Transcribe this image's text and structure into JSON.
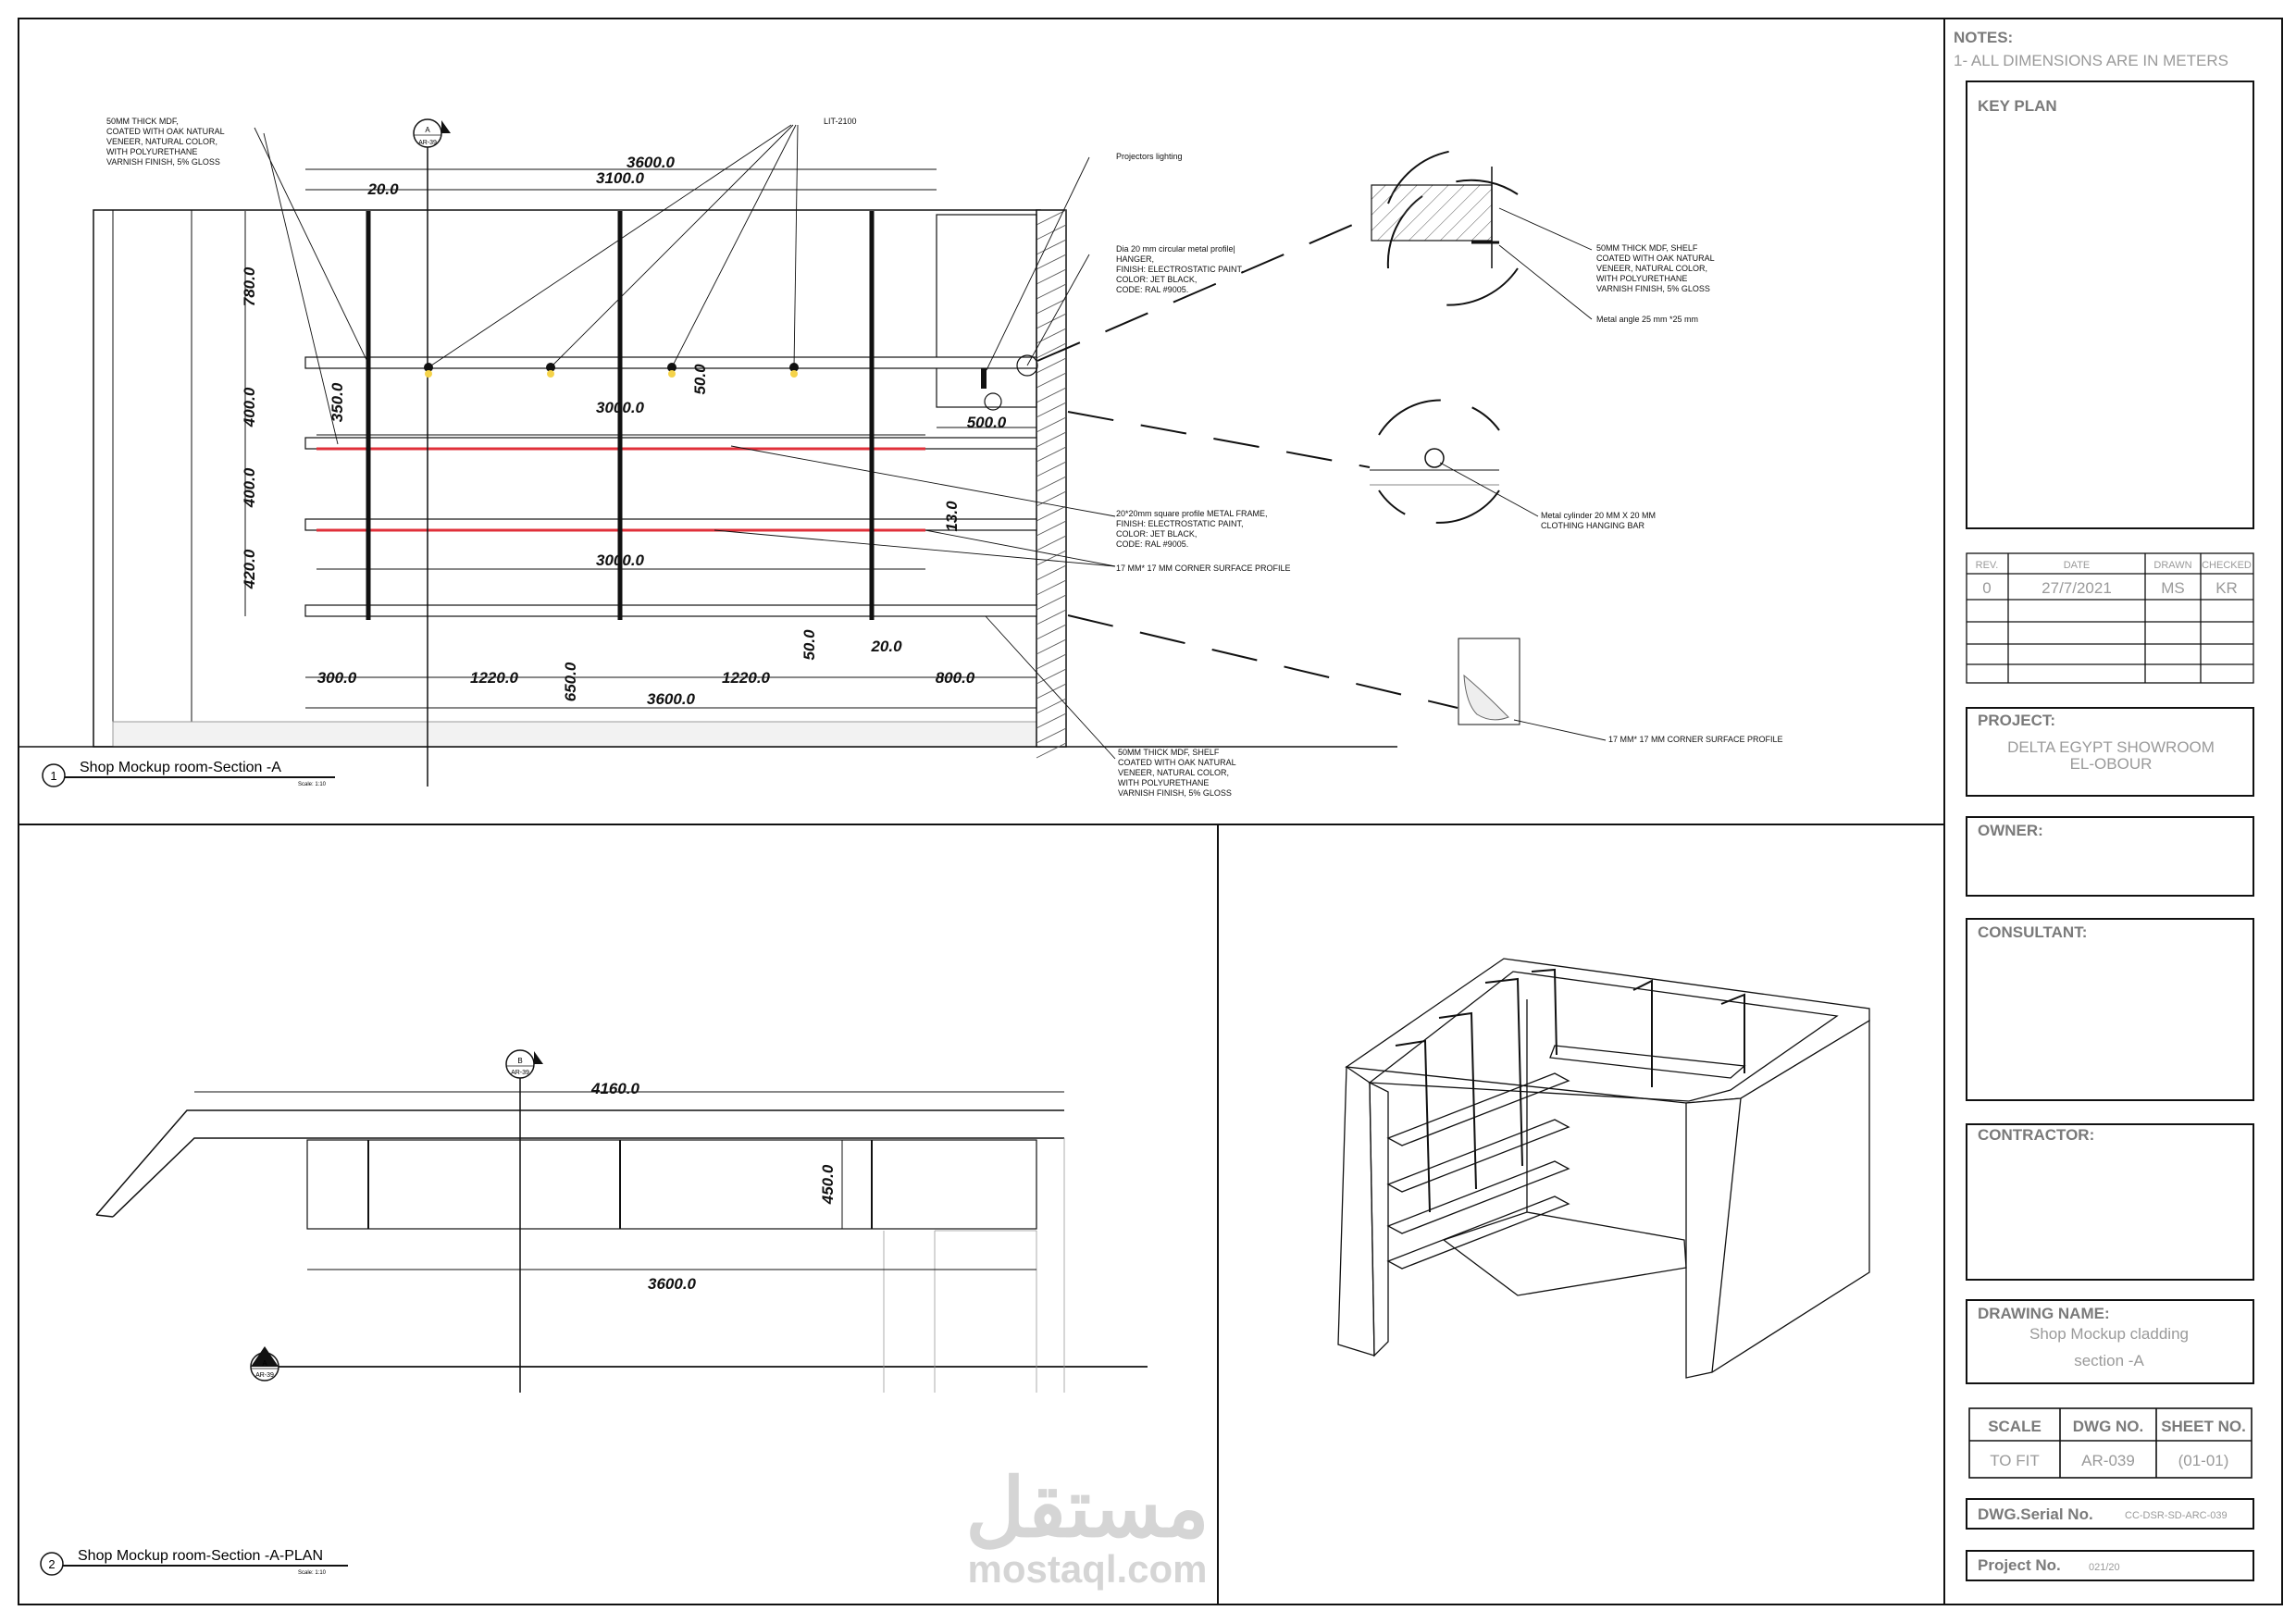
{
  "notes": {
    "title": "NOTES:",
    "line1": "1- ALL DIMENSIONS ARE IN METERS"
  },
  "title_block": {
    "key_plan": "KEY PLAN",
    "rev_headers": [
      "REV.",
      "DATE",
      "DRAWN",
      "CHECKED"
    ],
    "rev_row": [
      "0",
      "27/7/2021",
      "MS",
      "KR"
    ],
    "project_label": "PROJECT:",
    "project_line1": "DELTA EGYPT SHOWROOM",
    "project_line2": "EL-OBOUR",
    "owner_label": "OWNER:",
    "consultant_label": "CONSULTANT:",
    "contractor_label": "CONTRACTOR:",
    "drawing_name_label": "DRAWING NAME:",
    "drawing_name_line1": "Shop Mockup cladding",
    "drawing_name_line2": "section -A",
    "scale_label": "SCALE",
    "dwg_no_label": "DWG NO.",
    "sheet_no_label": "SHEET NO.",
    "scale_value": "TO FIT",
    "dwg_no_value": "AR-039",
    "sheet_no_value": "(01-01)",
    "serial_label": "DWG.Serial No.",
    "serial_value": "CC-DSR-SD-ARC-039",
    "project_no_label": "Project No.",
    "project_no_value": "021/20"
  },
  "section1": {
    "number": "1",
    "title": "Shop Mockup room-Section -A",
    "scale": "Scale: 1:10",
    "marker_letter": "A",
    "marker_ref": "AR-39",
    "dims": {
      "top_overall": "3600.0",
      "top_inner": "3100.0",
      "post_width": "20.0",
      "h_780": "780.0",
      "h_400a": "400.0",
      "h_400b": "400.0",
      "h_420": "420.0",
      "h_350": "350.0",
      "shelf_3000a": "3000.0",
      "shelf_3000b": "3000.0",
      "rod_50": "50.0",
      "niche_500": "500.0",
      "h_13": "13.0",
      "bottom_50": "50.0",
      "bottom_20": "20.0",
      "b_300": "300.0",
      "b_1220a": "1220.0",
      "b_650": "650.0",
      "b_1220b": "1220.0",
      "b_800": "800.0",
      "b_3600": "3600.0"
    },
    "notes": {
      "mdf_top": [
        "50MM THICK MDF,",
        "COATED WITH OAK NATURAL",
        "VENEER, NATURAL COLOR,",
        "WITH POLYURETHANE",
        "VARNISH FINISH, 5% GLOSS"
      ],
      "lit": "LIT-2100",
      "projectors": "Projectors lighting",
      "hanger": [
        "Dia 20 mm circular metal profile|",
        "HANGER,",
        "FINISH: ELECTROSTATIC PAINT,",
        "COLOR: JET BLACK,",
        "CODE: RAL #9005."
      ],
      "shelf_detail": [
        "50MM THICK MDF, SHELF",
        "COATED WITH OAK NATURAL",
        "VENEER, NATURAL COLOR,",
        "WITH POLYURETHANE",
        "VARNISH FINISH, 5% GLOSS"
      ],
      "metal_angle": "Metal angle 25 mm *25 mm",
      "metal_frame": [
        "20*20mm square profile METAL FRAME,",
        "FINISH: ELECTROSTATIC PAINT,",
        "COLOR: JET BLACK,",
        "CODE: RAL #9005."
      ],
      "corner_profile": "17 MM* 17 MM CORNER SURFACE PROFILE",
      "cylinder": [
        "Metal cylinder 20 MM X 20 MM",
        "CLOTHING HANGING BAR"
      ],
      "corner_profile2": "17 MM* 17 MM CORNER SURFACE PROFILE",
      "mdf_bottom": [
        "50MM THICK MDF, SHELF",
        "COATED WITH OAK NATURAL",
        "VENEER, NATURAL COLOR,",
        "WITH POLYURETHANE",
        "VARNISH FINISH, 5% GLOSS"
      ]
    }
  },
  "section2": {
    "number": "2",
    "title": "Shop Mockup room-Section -A-PLAN",
    "scale": "Scale: 1:10",
    "marker_letter": "B",
    "marker_ref": "AR-39",
    "marker2_letter": "A",
    "marker2_ref": "AR-39",
    "dims": {
      "top": "4160.0",
      "depth": "450.0",
      "width": "3600.0"
    }
  },
  "watermark": {
    "arabic": "مستقل",
    "latin": "mostaql.com"
  }
}
